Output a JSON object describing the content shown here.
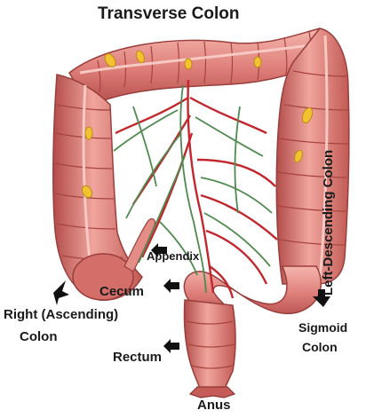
{
  "labels": {
    "transverse_colon": "Transverse Colon",
    "left_descending_colon": "Left-Descending Colon",
    "appendix": "Appendix",
    "cecum": "Cecum",
    "right_colon_line1": "Right (Ascending)",
    "right_colon_line2": "Colon",
    "rectum": "Rectum",
    "sigmoid_line1": "Sigmoid",
    "sigmoid_line2": "Colon",
    "anus": "Anus"
  },
  "colors": {
    "colon_fill": "#e0807b",
    "colon_dark": "#b24c4a",
    "colon_light": "#f4b6ae",
    "blood_vessel": "#c2272d",
    "lymph_vessel": "#4f8a4e",
    "lymph_node": "#f2c230",
    "label_text": "#1a1a1a"
  }
}
